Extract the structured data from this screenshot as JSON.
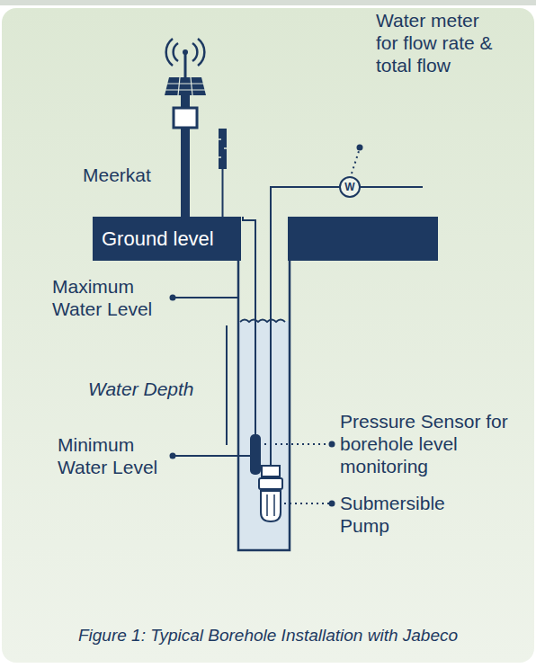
{
  "diagram": {
    "caption": "Figure 1: Typical Borehole Installation with Jabeco",
    "nodes": [
      {
        "text": [
          "Ground level"
        ]
      },
      {
        "text": [
          "W"
        ]
      }
    ],
    "labels": [
      "Water meter for flow rate & total flow",
      "Meerkat",
      "Maximum Water Level",
      "Water Depth",
      "Minimum Water Level",
      "Pressure Sensor for borehole level monitoring",
      "Submersible Pump"
    ]
  }
}
